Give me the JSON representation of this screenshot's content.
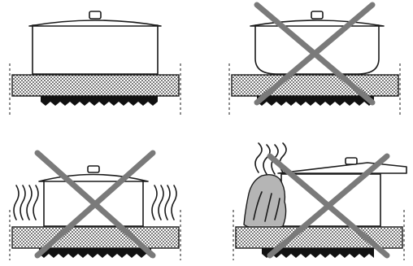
{
  "panels": [
    {
      "id": "flat-pot-correct",
      "incorrect": false
    },
    {
      "id": "curved-base-pot-wrong",
      "incorrect": true
    },
    {
      "id": "small-pot-heat-loss-wrong",
      "incorrect": true
    },
    {
      "id": "pot-offset-boil-over-wrong",
      "incorrect": true
    }
  ],
  "colors": {
    "line": "#1a1a1a",
    "cross": "#7a7a7a",
    "steam_fill": "#b5b5b5",
    "background": "#ffffff"
  }
}
